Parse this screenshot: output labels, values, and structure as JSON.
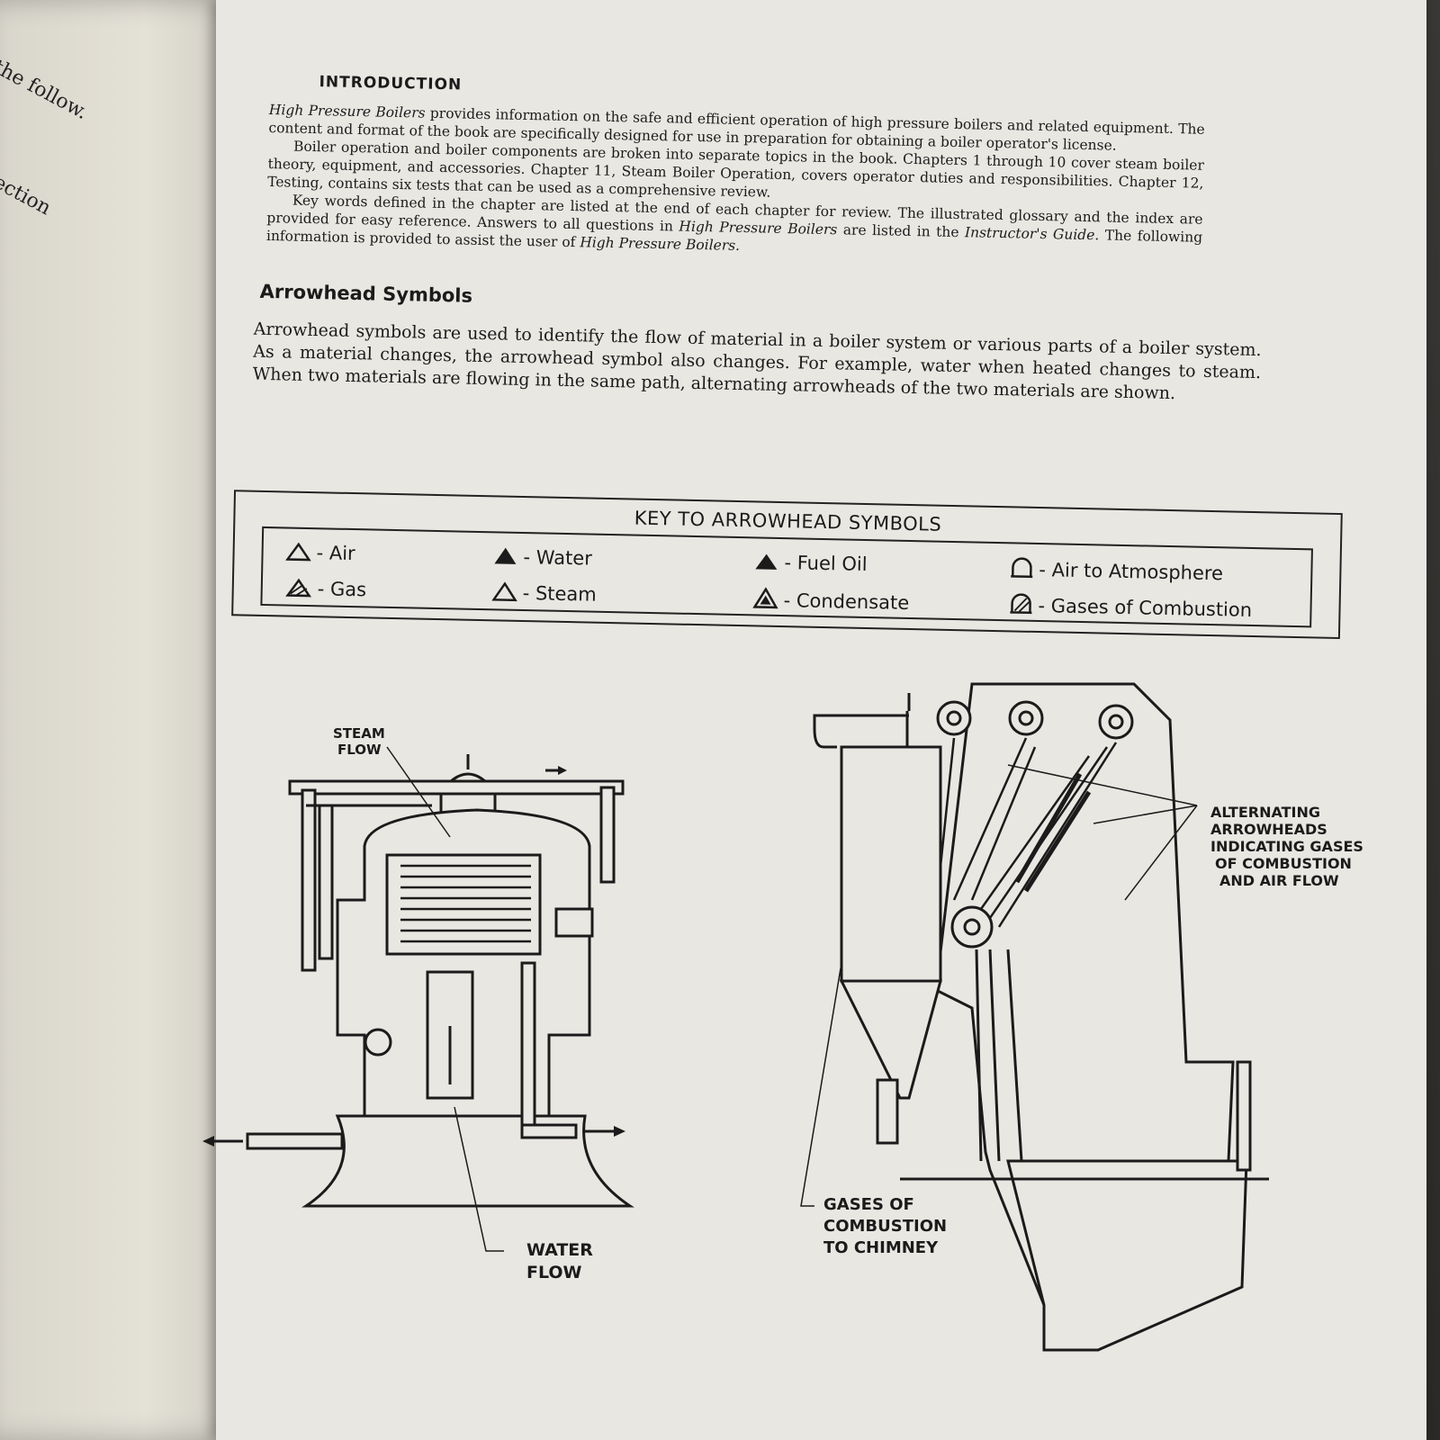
{
  "left_page": {
    "fragment_1": "the follow.",
    "fragment_2": "ection"
  },
  "intro": {
    "heading": "INTRODUCTION",
    "p1_title": "High Pressure Boilers",
    "p1_rest": " provides information on the safe and efficient operation of high pressure boilers and related equipment. The content and format of the book are specifically designed for use in preparation for obtaining a boiler operator's license.",
    "p2": "Boiler operation and boiler components are broken into separate topics in the book. Chapters 1 through 10 cover steam boiler theory, equipment, and accessories. Chapter 11, Steam Boiler Operation, covers operator duties and responsibilities. Chapter 12, Testing, contains six tests that can be used as a comprehensive review.",
    "p3_a": "Key words defined in the chapter are listed at the end of each chapter for review. The illustrated glossary and the index are provided for easy reference. Answers to all questions in ",
    "p3_title": "High Pressure Boilers",
    "p3_b": " are listed in the ",
    "p3_guide": "Instructor's Guide.",
    "p3_c": " The following information is provided to assist the user of ",
    "p3_title2": "High Pressure Boilers."
  },
  "arrowhead": {
    "heading": "Arrowhead Symbols",
    "text": "Arrowhead symbols are used to identify the flow of material in a boiler system or various parts of a boiler system. As a material changes, the arrowhead symbol also changes. For example, water when heated changes to steam. When two materials are flowing in the same path, alternating arrowheads of the two materials are shown."
  },
  "key": {
    "title": "KEY TO ARROWHEAD SYMBOLS",
    "items": {
      "air": "- Air",
      "water": "- Water",
      "fuel_oil": "- Fuel Oil",
      "air_to_atmosphere": "- Air to Atmosphere",
      "gas": "- Gas",
      "steam": "- Steam",
      "condensate": "- Condensate",
      "gases_of_combustion": "- Gases of Combustion"
    }
  },
  "diagram_labels": {
    "steam_flow_1": "STEAM",
    "steam_flow_2": "FLOW",
    "water_flow_1": "WATER",
    "water_flow_2": "FLOW",
    "alt_1": "ALTERNATING",
    "alt_2": "ARROWHEADS",
    "alt_3": "INDICATING GASES",
    "alt_4": "OF COMBUSTION",
    "alt_5": "AND AIR FLOW",
    "gases_1": "GASES OF",
    "gases_2": "COMBUSTION",
    "gases_3": "TO CHIMNEY"
  }
}
